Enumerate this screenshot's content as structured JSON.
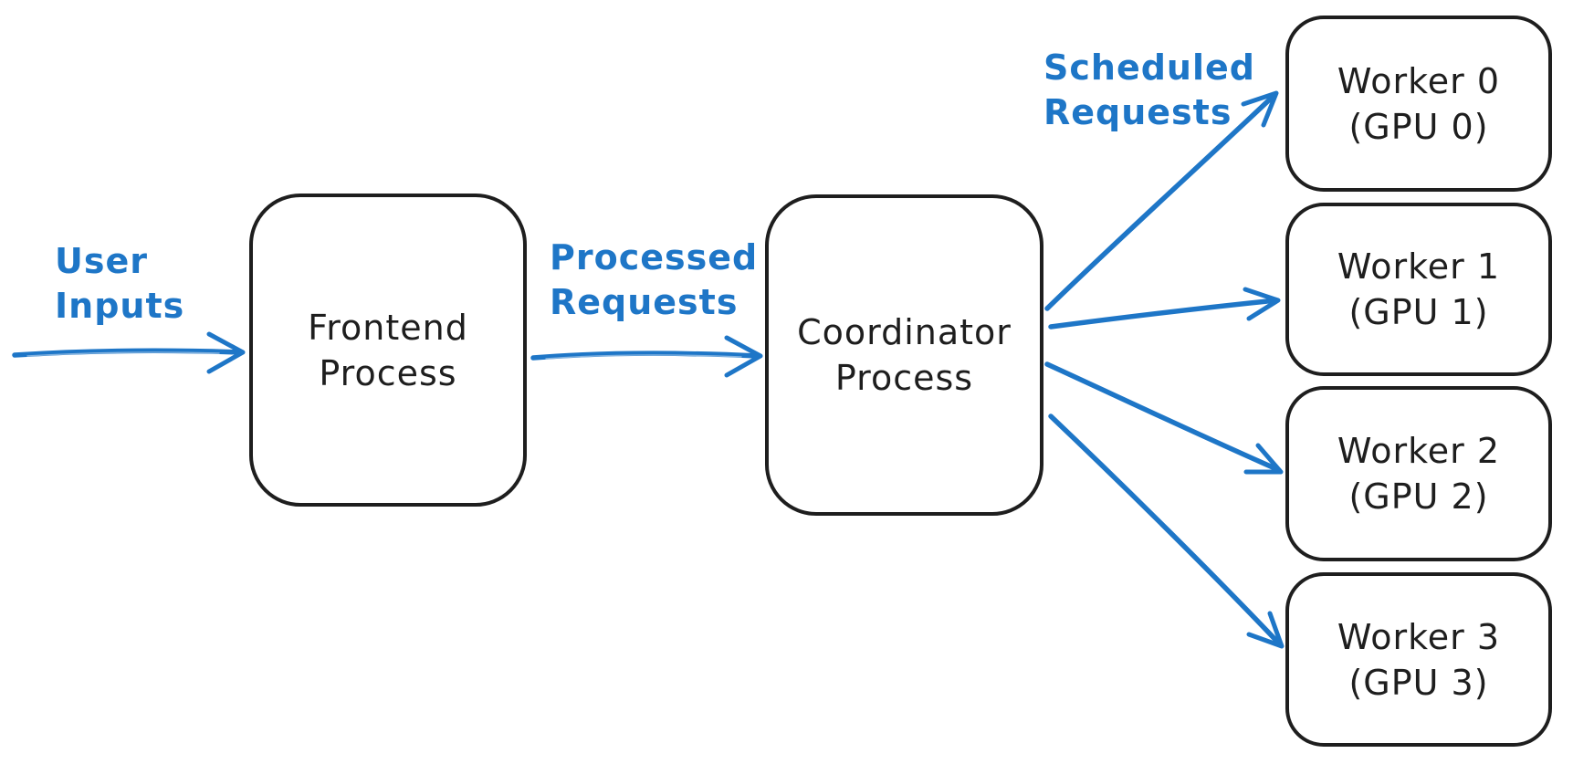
{
  "colors": {
    "ink": "#1e1e1e",
    "accent": "#1e76c7",
    "background": "#ffffff"
  },
  "nodes": {
    "frontend": {
      "line1": "Frontend",
      "line2": "Process"
    },
    "coordinator": {
      "line1": "Coordinator",
      "line2": "Process"
    },
    "worker0": {
      "line1": "Worker 0",
      "line2": "(GPU 0)"
    },
    "worker1": {
      "line1": "Worker 1",
      "line2": "(GPU 1)"
    },
    "worker2": {
      "line1": "Worker 2",
      "line2": "(GPU 2)"
    },
    "worker3": {
      "line1": "Worker 3",
      "line2": "(GPU 3)"
    }
  },
  "edge_labels": {
    "user_inputs": {
      "line1": "User",
      "line2": "Inputs"
    },
    "processed_requests": {
      "line1": "Processed",
      "line2": "Requests"
    },
    "scheduled_requests": {
      "line1": "Scheduled",
      "line2": "Requests"
    }
  },
  "edges": [
    {
      "from": "external-user",
      "to": "frontend-process",
      "label": "User Inputs"
    },
    {
      "from": "frontend-process",
      "to": "coordinator-process",
      "label": "Processed Requests"
    },
    {
      "from": "coordinator-process",
      "to": "worker-0-gpu-0",
      "label": "Scheduled Requests"
    },
    {
      "from": "coordinator-process",
      "to": "worker-1-gpu-1",
      "label": "Scheduled Requests"
    },
    {
      "from": "coordinator-process",
      "to": "worker-2-gpu-2",
      "label": "Scheduled Requests"
    },
    {
      "from": "coordinator-process",
      "to": "worker-3-gpu-3",
      "label": "Scheduled Requests"
    }
  ]
}
